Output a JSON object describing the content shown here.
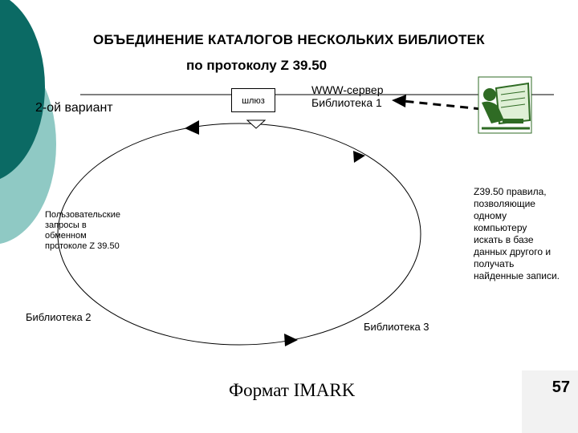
{
  "title": {
    "line1": "ОБЪЕДИНЕНИЕ КАТАЛОГОВ НЕСКОЛЬКИХ БИБЛИОТЕК",
    "line2": "по протоколу Z 39.50"
  },
  "variant_label": "2-ой вариант",
  "gateway_label": "шлюз",
  "server_label": [
    "WWW-сервер",
    "Библиотека 1"
  ],
  "user_requests_label": [
    "Пользовательские",
    "запросы в",
    "обменном",
    "протоколе Z 39.50"
  ],
  "rules_label": [
    "Z39.50 правила,",
    "позволяющие",
    "одному",
    "компьютеру",
    "искать в базе",
    "данных другого и",
    "получать",
    "найденные записи."
  ],
  "library2_label": "Библиотека 2",
  "library3_label": "Библиотека 3",
  "format_label": "Формат IMARK",
  "page_number": "57",
  "colors": {
    "decor_dark": "#0b6a64",
    "decor_light": "#8fc9c4",
    "computer_green": "#2f6b24"
  },
  "icons": [
    "user-at-computer-icon"
  ]
}
